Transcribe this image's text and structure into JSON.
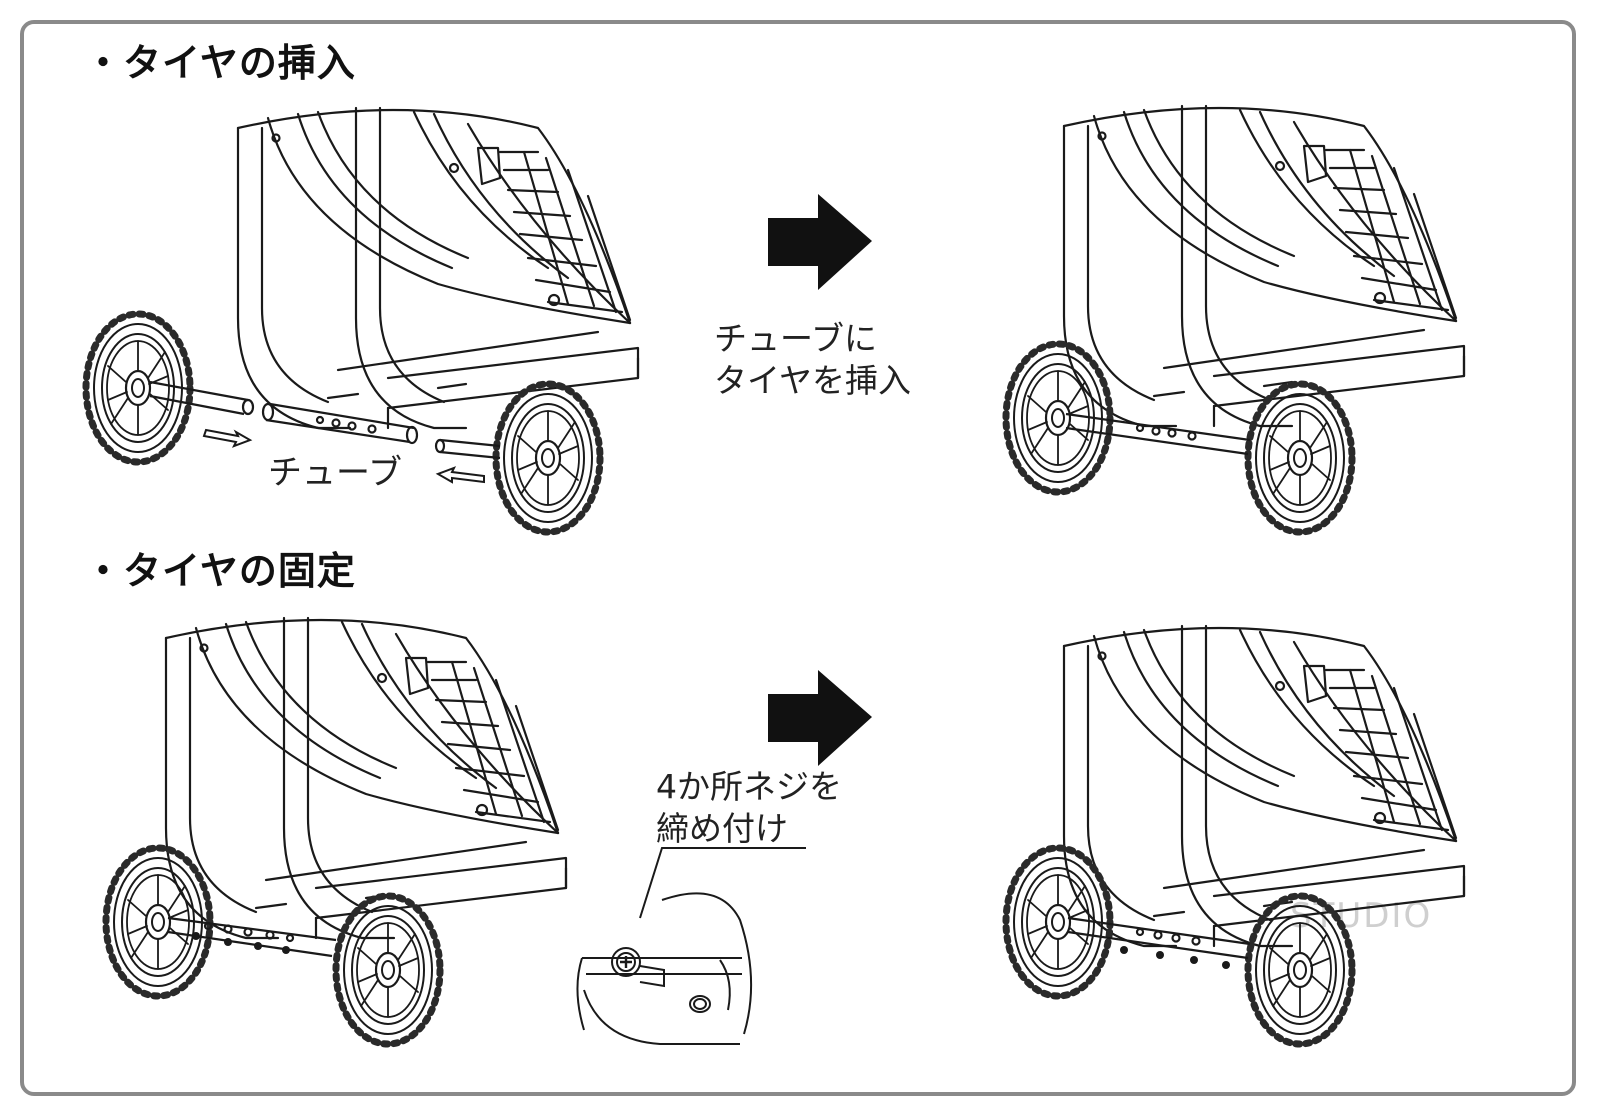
{
  "sections": {
    "insert": {
      "heading": "・タイヤの挿入",
      "tube_label": "チューブ",
      "arrow_caption": [
        "チューブに",
        "タイヤを挿入"
      ]
    },
    "fix": {
      "heading": "・タイヤの固定",
      "arrow_caption": [
        "4か所ネジを",
        "締め付け"
      ]
    }
  },
  "watermark": "STUDIO",
  "colors": {
    "line": "#1a1a1a",
    "frame": "#8a8a8a",
    "arrow": "#111111"
  }
}
